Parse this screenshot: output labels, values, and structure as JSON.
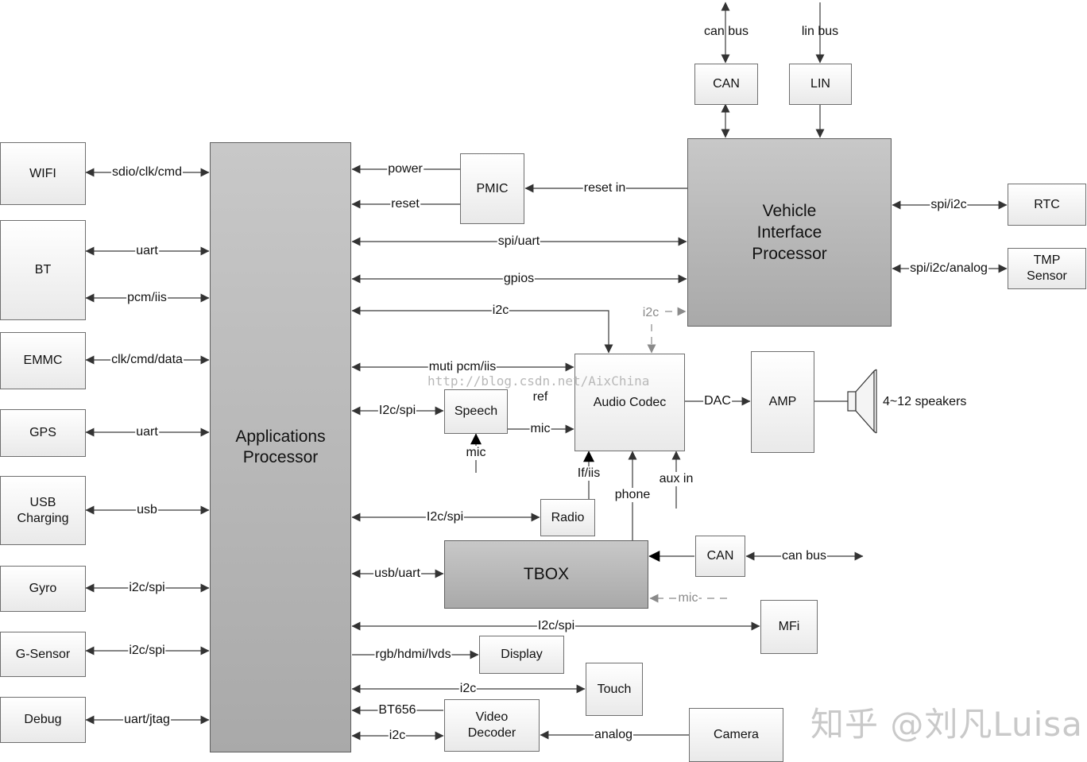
{
  "blocks": {
    "wifi": "WIFI",
    "bt": "BT",
    "emmc": "EMMC",
    "gps": "GPS",
    "usb_charging": "USB\nCharging",
    "gyro": "Gyro",
    "gsensor": "G-Sensor",
    "debug": "Debug",
    "applications_processor": "Applications\nProcessor",
    "pmic": "PMIC",
    "vehicle_interface_processor": "Vehicle\nInterface\nProcessor",
    "can_top": "CAN",
    "lin": "LIN",
    "rtc": "RTC",
    "tmp_sensor": "TMP\nSensor",
    "audio_codec": "Audio Codec",
    "speech": "Speech",
    "amp": "AMP",
    "radio": "Radio",
    "tbox": "TBOX",
    "can_tbox": "CAN",
    "mfi": "MFi",
    "display": "Display",
    "touch": "Touch",
    "video_decoder": "Video\nDecoder",
    "camera": "Camera"
  },
  "labels": {
    "can_bus_top": "can bus",
    "lin_bus": "lin bus",
    "sdio_clk_cmd": "sdio/clk/cmd",
    "bt_uart": "uart",
    "bt_pcm_iis": "pcm/iis",
    "emmc_clk_cmd_data": "clk/cmd/data",
    "gps_uart": "uart",
    "usb": "usb",
    "gyro_i2c_spi": "i2c/spi",
    "gsensor_i2c_spi": "i2c/spi",
    "uart_jtag": "uart/jtag",
    "power": "power",
    "reset": "reset",
    "reset_in": "reset in",
    "spi_uart": "spi/uart",
    "gpios": "gpios",
    "i2c_codec": "i2c",
    "i2c_vip_dashed": "i2c",
    "spi_i2c_rtc": "spi/i2c",
    "spi_i2c_analog": "spi/i2c/analog",
    "muti_pcm_iis": "muti pcm/iis",
    "i2c_spi_speech": "I2c/spi",
    "ref": "ref",
    "mic_speech_codec": "mic",
    "mic_speech_in": "mic",
    "dac": "DAC",
    "speakers": "4~12 speakers",
    "if_iis": "If/iis",
    "phone": "phone",
    "aux_in": "aux in",
    "i2c_spi_radio": "I2c/spi",
    "usb_uart": "usb/uart",
    "can_bus_tbox": "can bus",
    "mic_tbox_dashed": "mic",
    "i2c_spi_mfi": "I2c/spi",
    "rgb_hdmi_lvds": "rgb/hdmi/lvds",
    "i2c_touch": "i2c",
    "bt656": "BT656",
    "i2c_video": "i2c",
    "analog": "analog"
  },
  "watermark": "http://blog.csdn.net/AixChina",
  "brand": "知乎 @刘凡Luisa",
  "colors": {
    "line": "#3a3a3a",
    "dashed": "#8a8a8a",
    "box_light": "#ececec",
    "box_dark": "#b0b0b0"
  }
}
